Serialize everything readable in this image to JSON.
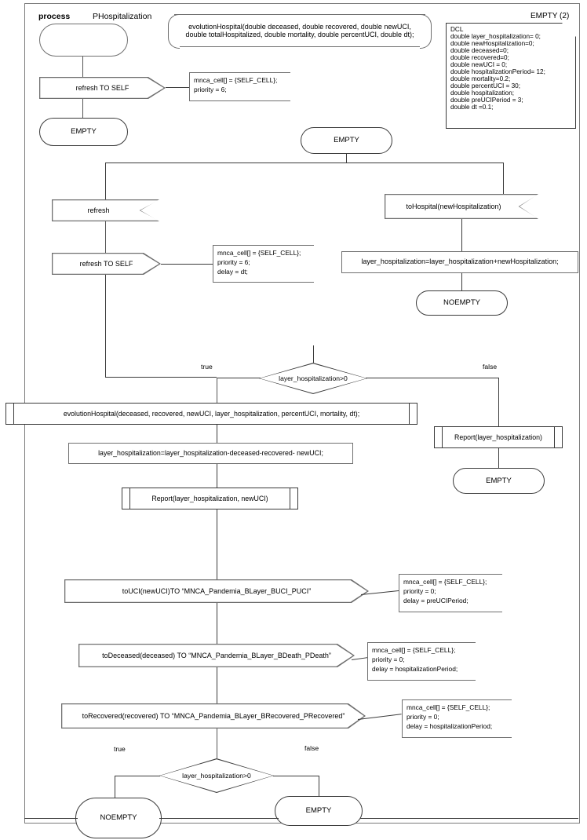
{
  "diagram": {
    "type": "sdl-flowchart",
    "process_keyword": "process",
    "process_name": "PHospitalization",
    "empty_counter": "EMPTY (2)"
  },
  "signature": {
    "line1": "evolutionHospital(double deceased, double recovered, double newUCI,",
    "line2": "double totalHospitalized, double mortality, double percentUCI, double dt);"
  },
  "dcl": {
    "title": "DCL",
    "lines": [
      "double layer_hospitalization= 0;",
      "double newHospitalization=0;",
      "double deceased=0;",
      "double recovered=0;",
      "double newUCI = 0;",
      "double hospitalizationPeriod= 12;",
      "double mortality=0.2;",
      "double percentUCI = 30;",
      "double hospitalization;",
      "double preUCIPeriod = 3;",
      "double dt =0.1;"
    ]
  },
  "nodes": {
    "start_terminal": "",
    "refresh_to_self_1": "refresh TO SELF",
    "empty_1": "EMPTY",
    "empty_2": "EMPTY",
    "refresh_receive": "refresh",
    "refresh_to_self_2": "refresh TO SELF",
    "to_hospital_receive": "toHospital(newHospitalization)",
    "layer_add_task": "layer_hospitalization=layer_hospitalization+newHospitalization;",
    "noempty_1": "NOEMPTY",
    "decision_1": "layer_hospitalization>0",
    "evolution_call": "evolutionHospital(deceased, recovered, newUCI, layer_hospitalization, percentUCI, mortality, dt);",
    "layer_sub_task": "layer_hospitalization=layer_hospitalization-deceased-recovered- newUCI;",
    "report_two": "Report(layer_hospitalization, newUCI)",
    "report_one": "Report(layer_hospitalization)",
    "empty_3": "EMPTY",
    "to_uci": "toUCI(newUCI)TO “MNCA_Pandemia_BLayer_BUCI_PUCI”",
    "to_deceased": "toDeceased(deceased) TO “MNCA_Pandemia_BLayer_BDeath_PDeath”",
    "to_recovered": "toRecovered(recovered) TO “MNCA_Pandemia_BLayer_BRecovered_PRecovered”",
    "decision_2": "layer_hospitalization>0",
    "noempty_2": "NOEMPTY",
    "empty_4": "EMPTY"
  },
  "branch_labels": {
    "true_1": "true",
    "false_1": "false",
    "true_2": "true",
    "false_2": "false"
  },
  "notes": {
    "note_1": [
      "mnca_cell[] = {SELF_CELL};",
      "priority = 6;"
    ],
    "note_2": [
      "mnca_cell[] = {SELF_CELL};",
      "priority = 6;",
      "delay = dt;"
    ],
    "note_3": [
      "mnca_cell[] = {SELF_CELL};",
      "priority = 0;",
      "delay = preUCIPeriod;"
    ],
    "note_4": [
      "mnca_cell[] = {SELF_CELL};",
      "priority = 0;",
      "delay = hospitalizationPeriod;"
    ],
    "note_5": [
      "mnca_cell[] = {SELF_CELL};",
      "priority = 0;",
      "delay = hospitalizationPeriod;"
    ]
  },
  "colors": {
    "stroke_dark": "#3a3a3a",
    "stroke_mid": "#6f6f6f",
    "frame": "#7a7a7a",
    "background": "#ffffff",
    "text": "#000000"
  }
}
